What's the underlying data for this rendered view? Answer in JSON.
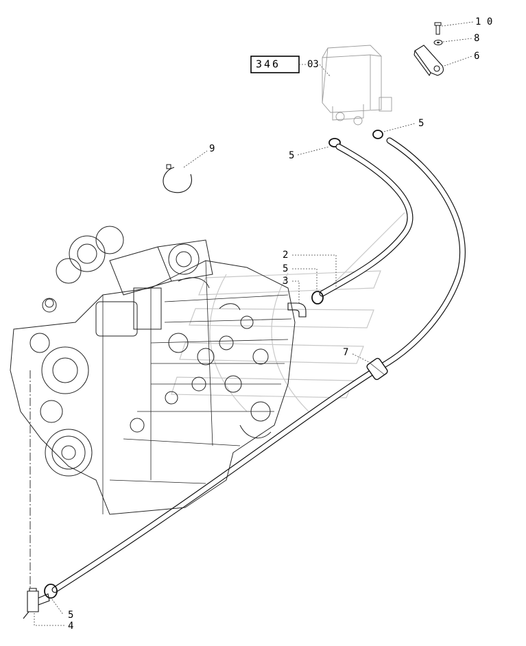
{
  "reference_box": {
    "text": "346",
    "suffix": "03"
  },
  "callouts": [
    {
      "id": "c10",
      "text": "1 0"
    },
    {
      "id": "c8",
      "text": "8"
    },
    {
      "id": "c6",
      "text": "6"
    },
    {
      "id": "c5a",
      "text": "5"
    },
    {
      "id": "c5b",
      "text": "5"
    },
    {
      "id": "c9",
      "text": "9"
    },
    {
      "id": "c2",
      "text": "2"
    },
    {
      "id": "c5c",
      "text": "5"
    },
    {
      "id": "c3",
      "text": "3"
    },
    {
      "id": "c7",
      "text": "7"
    },
    {
      "id": "c5d",
      "text": "5"
    },
    {
      "id": "c4",
      "text": "4"
    }
  ],
  "icons": [
    "bolt-icon",
    "washer-icon",
    "clamp-icon",
    "hose-clamp-icon",
    "circlip-icon",
    "elbow-fitting-icon",
    "drain-valve-icon",
    "engine-drawing",
    "tank-drawing",
    "watermark-logo"
  ]
}
